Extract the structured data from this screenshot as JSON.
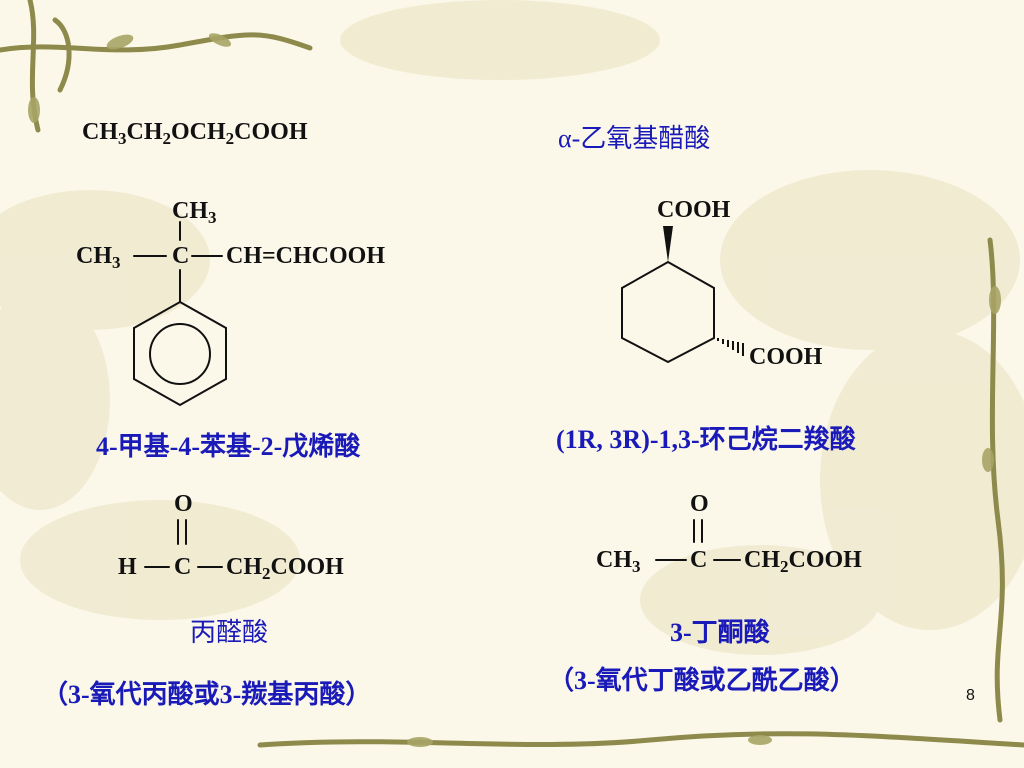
{
  "page_number": "8",
  "ethoxyacetic": {
    "formula": {
      "a": "CH",
      "s1": "3",
      "b": "CH",
      "s2": "2",
      "c": "OCH",
      "s3": "2",
      "d": "COOH"
    },
    "name": "α-乙氧基醋酸"
  },
  "methylphenyl": {
    "top_ch": "CH",
    "top_sub": "3",
    "left_ch": "CH",
    "left_sub": "3",
    "center_c": "C",
    "right_group": "CH=CHCOOH",
    "name": "4-甲基-4-苯基-2-戊烯酸"
  },
  "cyclohexane_diacid": {
    "top_group": "COOH",
    "right_group": "COOH",
    "name": "(1R, 3R)-1,3-环己烷二羧酸"
  },
  "formylpropanoic": {
    "oxygen": "O",
    "h": "H",
    "c": "C",
    "tail": {
      "a": "CH",
      "s": "2",
      "b": "COOH"
    },
    "name": "丙醛酸",
    "alt_name": "（3-氧代丙酸或3-羰基丙酸）"
  },
  "acetoacetic": {
    "oxygen": "O",
    "left": {
      "a": "CH",
      "s": "3"
    },
    "c": "C",
    "tail": {
      "a": "CH",
      "s": "2",
      "b": "COOH"
    },
    "name": "3-丁酮酸",
    "alt_name": "（3-氧代丁酸或乙酰乙酸）"
  },
  "colors": {
    "background": "#fbf8ea",
    "name_text": "#1a1ab8",
    "vine": "#8e8a4c"
  }
}
